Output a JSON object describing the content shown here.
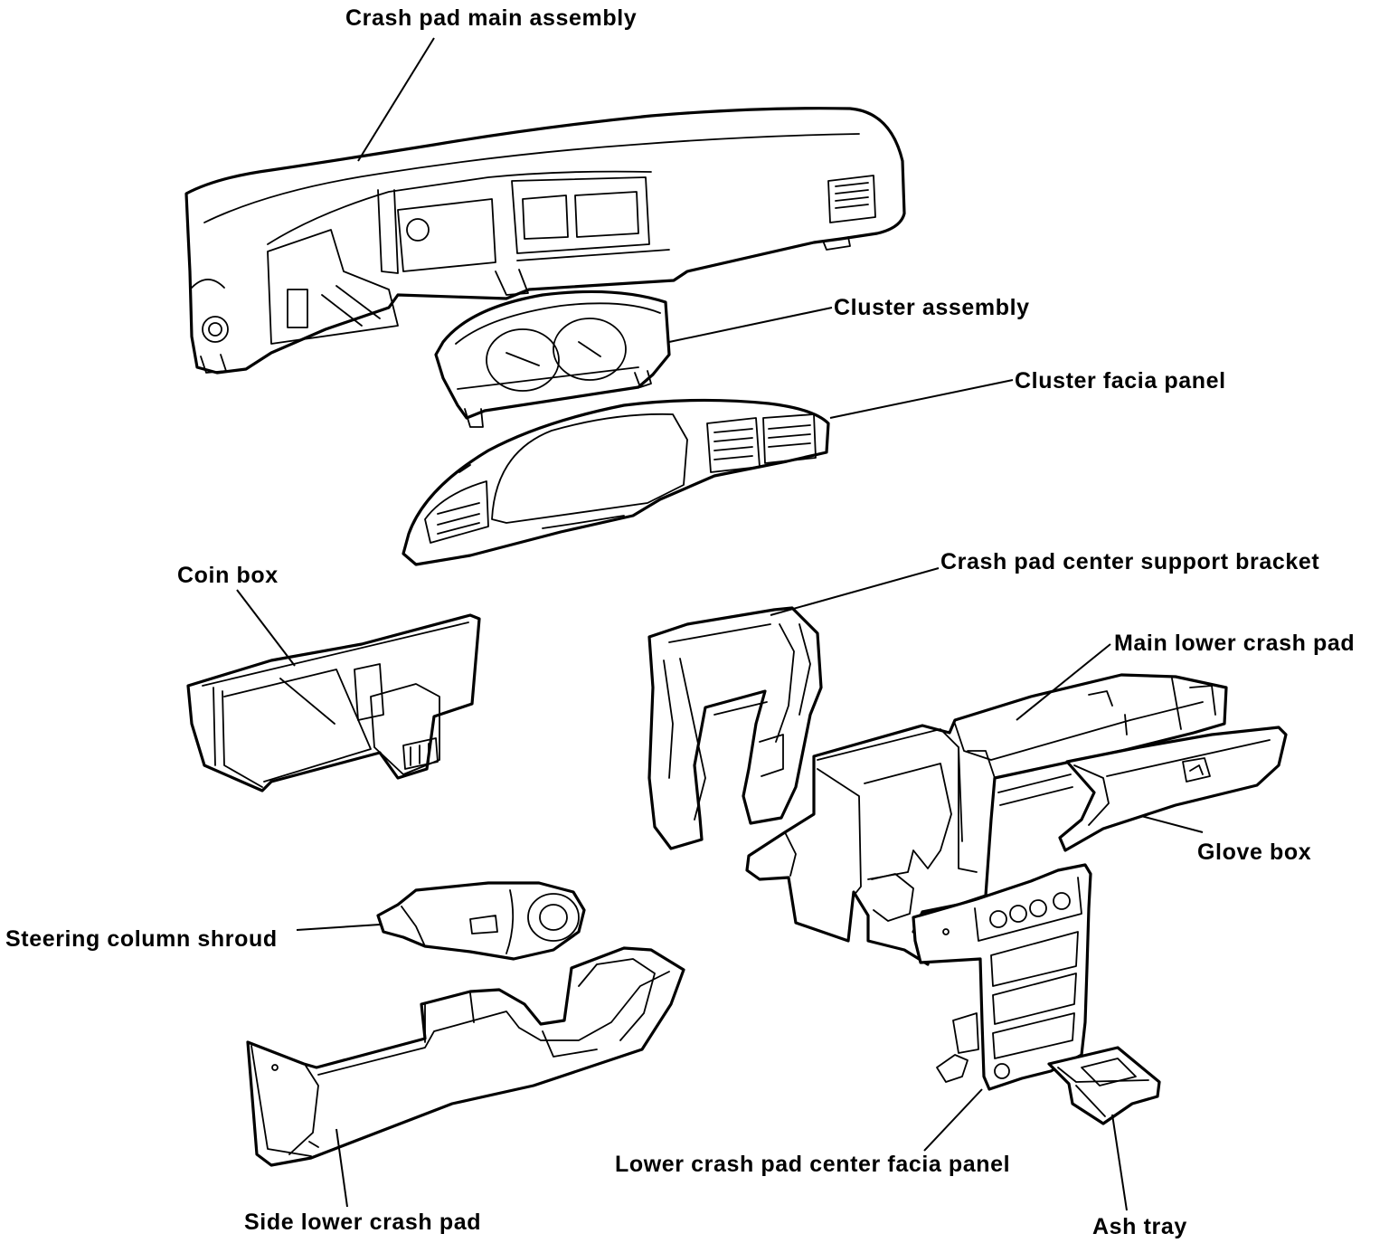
{
  "labels": {
    "crash_pad_main_assembly": "Crash pad main assembly",
    "cluster_assembly": "Cluster assembly",
    "cluster_facia_panel": "Cluster facia panel",
    "coin_box": "Coin box",
    "crash_pad_center_support_bracket": "Crash pad center support bracket",
    "main_lower_crash_pad": "Main lower crash pad",
    "glove_box": "Glove box",
    "steering_column_shroud": "Steering column shroud",
    "lower_crash_pad_center_facia_panel": "Lower crash pad center facia panel",
    "side_lower_crash_pad": "Side lower crash pad",
    "ash_tray": "Ash tray"
  }
}
